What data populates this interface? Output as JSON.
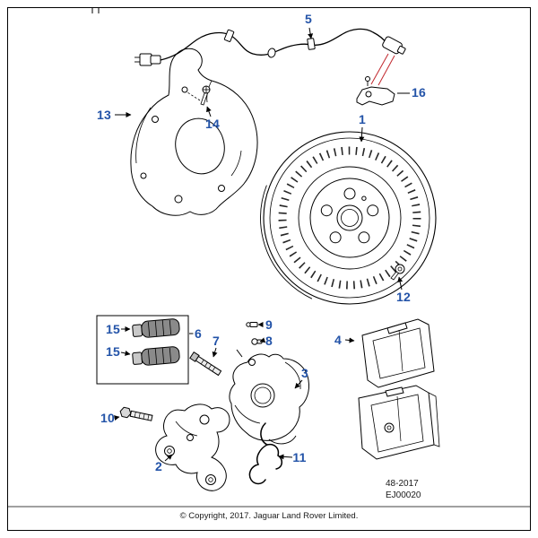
{
  "colors": {
    "callout": "#2353a8",
    "line": "#000000",
    "sensor_guide": "#c1272d",
    "background": "#ffffff"
  },
  "callouts": {
    "c1": "1",
    "c2": "2",
    "c3": "3",
    "c4": "4",
    "c5": "5",
    "c6": "6",
    "c7": "7",
    "c8": "8",
    "c9": "9",
    "c10": "10",
    "c11": "11",
    "c12": "12",
    "c13": "13",
    "c14": "14",
    "c15a": "15",
    "c15b": "15",
    "c16": "16"
  },
  "footer": {
    "figure_code": "48-2017",
    "image_code": "EJ00020",
    "copyright": "© Copyright, 2017. Jaguar Land Rover Limited."
  }
}
